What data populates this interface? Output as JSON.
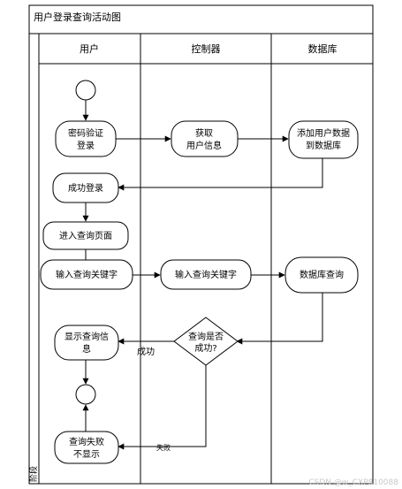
{
  "diagram": {
    "title": "用户登录查询活动图",
    "side_label": "阶段",
    "lanes": [
      "用户",
      "控制器",
      "数据库"
    ],
    "nodes": {
      "start": "",
      "password_login": [
        "密码验证",
        "登录"
      ],
      "get_user_info": [
        "获取",
        "用户信息"
      ],
      "add_user_to_db": [
        "添加用户数据",
        "到数据库"
      ],
      "login_success": [
        "成功登录"
      ],
      "enter_query_page": [
        "进入查询页面"
      ],
      "input_keyword_user": [
        "输入查询关键字"
      ],
      "input_keyword_controller": [
        "输入查询关键字"
      ],
      "db_query": [
        "数据库查询"
      ],
      "query_decision": [
        "查询是否",
        "成功?"
      ],
      "show_query_info": [
        "显示查询信",
        "息"
      ],
      "merge": "",
      "query_fail_hide": [
        "查询失败",
        "不显示"
      ]
    },
    "edge_labels": {
      "success": "成功",
      "fail": "失败"
    }
  },
  "watermark": "CSDN @w_CXP810088"
}
